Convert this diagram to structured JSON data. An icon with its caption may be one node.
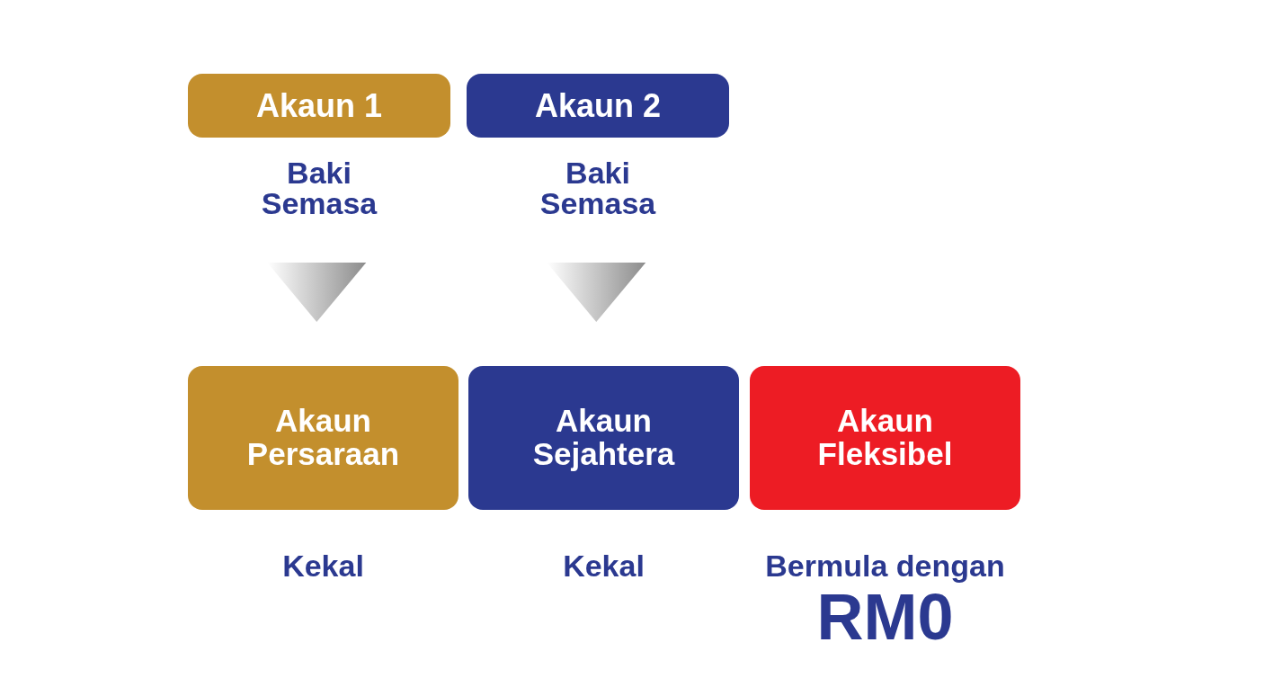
{
  "diagram": {
    "nodes": [
      {
        "text": [
          "Akaun 1"
        ],
        "beside": [
          "Baki Semasa"
        ]
      },
      {
        "text": [
          "Akaun 2"
        ],
        "beside": [
          "Baki Semasa"
        ]
      },
      {
        "text": [
          "Akaun Persaraan"
        ],
        "beside": [
          "Kekal"
        ]
      },
      {
        "text": [
          "Akaun Sejahtera"
        ],
        "beside": [
          "Kekal"
        ]
      },
      {
        "text": [
          "Akaun Fleksibel"
        ],
        "beside": [
          "Bermula dengan",
          "RM0"
        ]
      }
    ],
    "edges": [
      {
        "from": 0,
        "to": 2,
        "arrow": "to"
      },
      {
        "from": 1,
        "to": 3,
        "arrow": "to"
      }
    ]
  }
}
